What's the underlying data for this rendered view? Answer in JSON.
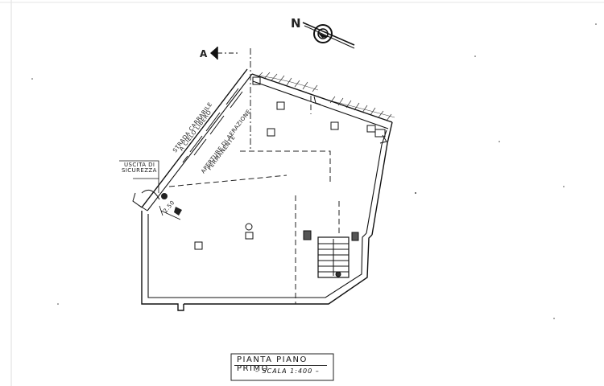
{
  "north_label": "N",
  "section_marker": "A",
  "street_label_1": "STRADA CARRABILE",
  "street_label_2": "A CIELO LIBERO",
  "vent_label_1": "APERTURE DI AERAZIONE",
  "vent_label_2": "PERMANENTE",
  "exit_label_1": "USCITA DI",
  "exit_label_2": "SICUREZZA",
  "dimension_label": "2.50",
  "title": "PIANTA PIANO PRIMO",
  "scale": "– SCALA 1:400 –"
}
